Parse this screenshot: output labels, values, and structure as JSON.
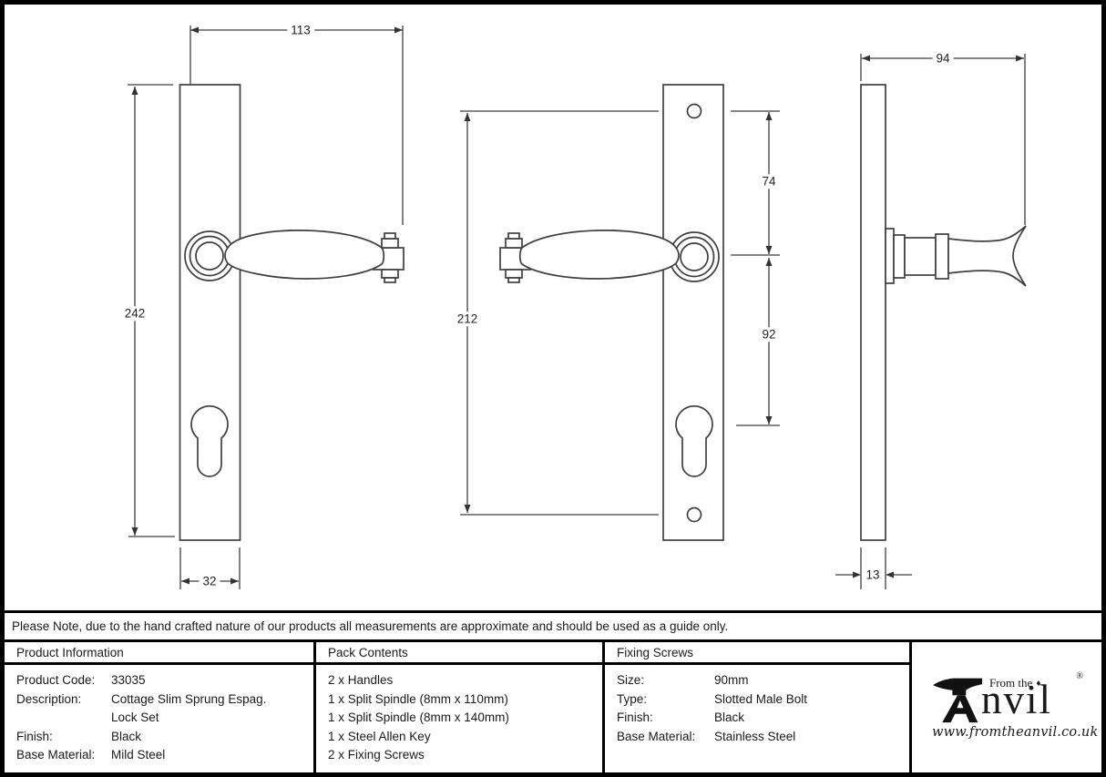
{
  "drawing": {
    "dimensions": {
      "front_width": "113",
      "front_height": "242",
      "plate_width": "32",
      "screw_centres": "212",
      "hole_to_handle": "74",
      "handle_to_cylinder": "92",
      "projection": "94",
      "side_width": "13"
    }
  },
  "note": "Please Note, due to the hand crafted nature of our products all measurements are approximate and should be used as a guide only.",
  "table": {
    "product_information": {
      "title": "Product Information",
      "rows": [
        [
          "Product Code:",
          "33035"
        ],
        [
          "Description:",
          "Cottage Slim Sprung Espag."
        ],
        [
          "",
          "Lock Set"
        ],
        [
          "Finish:",
          "Black"
        ],
        [
          "Base Material:",
          "Mild Steel"
        ]
      ]
    },
    "pack_contents": {
      "title": "Pack Contents",
      "items": [
        "2 x Handles",
        "1 x Split Spindle (8mm x 110mm)",
        "1 x Split Spindle (8mm x 140mm)",
        "1 x Steel Allen Key",
        "2 x Fixing Screws"
      ]
    },
    "fixing_screws": {
      "title": "Fixing Screws",
      "rows": [
        [
          "Size:",
          "90mm"
        ],
        [
          "Type:",
          "Slotted Male Bolt"
        ],
        [
          "Finish:",
          "Black"
        ],
        [
          "Base Material:",
          "Stainless Steel"
        ]
      ]
    }
  },
  "logo": {
    "prefix": "From the",
    "diamond": "♦",
    "name_suffix": "nvil",
    "registered": "®",
    "url": "www.fromtheanvil.co.uk"
  },
  "colors": {
    "line": "#3f3f3f",
    "border": "#000000",
    "background": "#ffffff",
    "text": "#1a1a1a"
  }
}
